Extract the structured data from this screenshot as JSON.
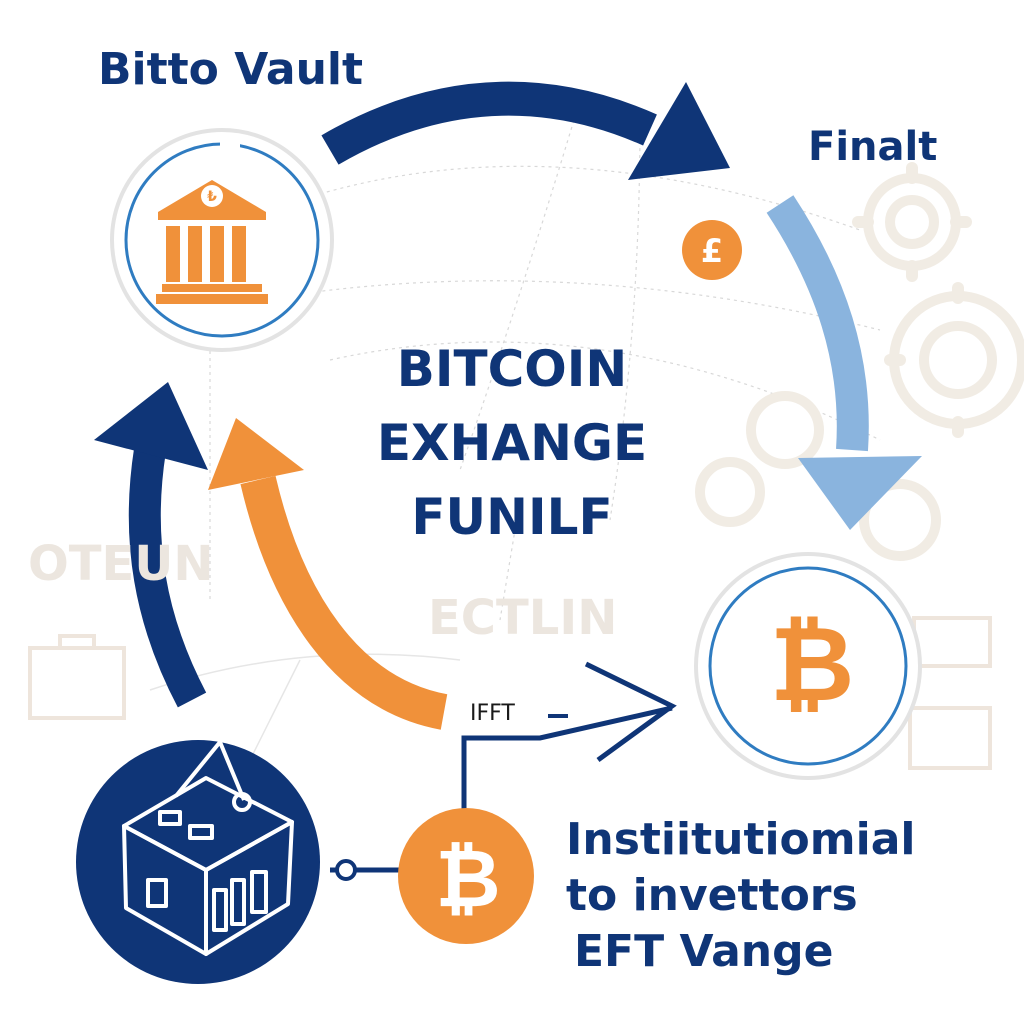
{
  "diagram": {
    "vault_label": "Bitto Vault",
    "final_label": "Finalt",
    "title_lines": [
      "BITCOIN",
      "EXHANGE",
      "FUNILF"
    ],
    "ghost_left": "OTEUN",
    "ghost_mid": "ECTLIN",
    "arrow_label": "IFFT",
    "institutional_lines": [
      "Instiitutiomial",
      "to invettors",
      "EFT Vange"
    ],
    "icons": {
      "vault": "bank-building-icon",
      "currency_coin": "pound-coin-icon",
      "bitcoin_circle": "bitcoin-icon",
      "warehouse": "warehouse-box-icon",
      "bitcoin_coin": "bitcoin-coin-icon",
      "gears": "gear-icon"
    },
    "colors": {
      "navy": "#0f3577",
      "orange": "#f0913a",
      "light_blue": "#8ab4de",
      "ring_blue": "#2f7cc1",
      "ghost": "#ece6df"
    }
  }
}
